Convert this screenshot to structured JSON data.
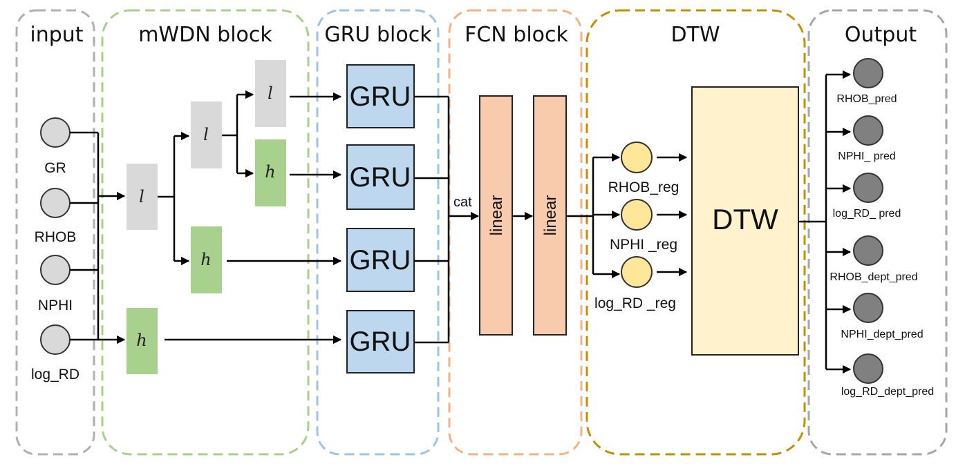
{
  "sections": {
    "input": "input",
    "mwdn": "mWDN block",
    "gru": "GRU block",
    "fcn": "FCN block",
    "dtw": "DTW",
    "output": "Output"
  },
  "inputs": [
    "GR",
    "RHOB",
    "NPHI",
    "log_RD"
  ],
  "wavelet": {
    "low": "l",
    "high": "h"
  },
  "gru_label": "GRU",
  "cat_label": "cat",
  "linear_label": "linear",
  "regs": [
    "RHOB_reg",
    "NPHI _reg",
    "log_RD _reg"
  ],
  "dtw_label": "DTW",
  "outputs": [
    "RHOB_pred",
    "NPHI_ pred",
    "log_RD_ pred",
    "RHOB_dept_pred",
    "NPHI_dept_pred",
    "log_RD_dept_pred"
  ],
  "colors": {
    "input_border": "#b0b0b0",
    "mwdn_border": "#a8d08d",
    "gru_border": "#9dc3e6",
    "fcn_border": "#f4b183",
    "dtw_border": "#bf9000",
    "output_border": "#a6a6a6",
    "gray_node": "#d9d9d9",
    "dark_node": "#808080",
    "yellow_node": "#ffe699",
    "low_box": "#d9d9d9",
    "high_box": "#a9d18e",
    "gru_box": "#bdd7ee",
    "linear_box": "#f8cbad",
    "dtw_box": "#fff2cc"
  }
}
